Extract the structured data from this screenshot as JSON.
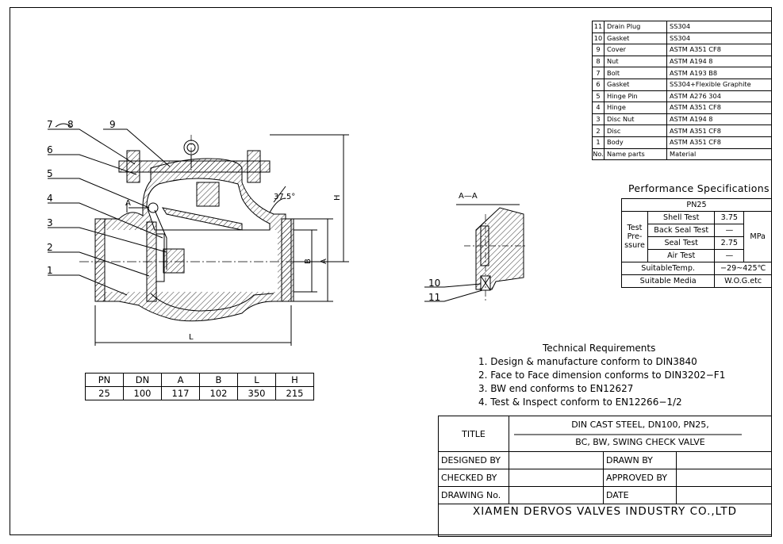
{
  "callouts": [
    "7",
    "8",
    "9",
    "6",
    "5",
    "4",
    "3",
    "2",
    "1"
  ],
  "section_callouts": [
    "10",
    "11"
  ],
  "dim_letters": {
    "h": "H",
    "a": "A",
    "b": "B",
    "l": "L",
    "sec_a": "A"
  },
  "angle_label": "37.5°",
  "section_label": "A—A",
  "parts_list": {
    "rows": [
      {
        "no": "11",
        "name": "Drain Plug",
        "material": "SS304"
      },
      {
        "no": "10",
        "name": "Gasket",
        "material": "SS304"
      },
      {
        "no": "9",
        "name": "Cover",
        "material": "ASTM A351 CF8"
      },
      {
        "no": "8",
        "name": "Nut",
        "material": "ASTM A194 8"
      },
      {
        "no": "7",
        "name": "Bolt",
        "material": "ASTM A193 B8"
      },
      {
        "no": "6",
        "name": "Gasket",
        "material": "SS304+Flexible Graphite"
      },
      {
        "no": "5",
        "name": "Hinge Pin",
        "material": "ASTM A276 304"
      },
      {
        "no": "4",
        "name": "Hinge",
        "material": "ASTM A351 CF8"
      },
      {
        "no": "3",
        "name": "Disc Nut",
        "material": "ASTM A194 8"
      },
      {
        "no": "2",
        "name": "Disc",
        "material": "ASTM A351 CF8"
      },
      {
        "no": "1",
        "name": "Body",
        "material": "ASTM A351 CF8"
      }
    ],
    "header": {
      "no": "No.",
      "name": "Name parts",
      "material": "Material"
    }
  },
  "performance": {
    "title": "Performance Specifications",
    "pn": "PN25",
    "test_label": "Test Pre- ssure",
    "rows": [
      {
        "name": "Shell Test",
        "value": "3.75"
      },
      {
        "name": "Back Seal Test",
        "value": "—"
      },
      {
        "name": "Seal Test",
        "value": "2.75"
      },
      {
        "name": "Air Test",
        "value": "—"
      }
    ],
    "unit": "MPa",
    "temp_label": "SuitableTemp.",
    "temp_value": "−29~425℃",
    "media_label": "Suitable Media",
    "media_value": "W.O.G.etc"
  },
  "dimensions": {
    "headers": [
      "PN",
      "DN",
      "A",
      "B",
      "L",
      "H"
    ],
    "values": [
      "25",
      "100",
      "117",
      "102",
      "350",
      "215"
    ]
  },
  "technical": {
    "title": "Technical Requirements",
    "items": [
      "1. Design & manufacture conform to DIN3840",
      "2. Face to Face dimension conforms to DIN3202−F1",
      "3. BW end conforms to EN12627",
      "4. Test & Inspect conform to EN12266−1/2"
    ]
  },
  "title_block": {
    "title_label": "TITLE",
    "title_line1": "DIN CAST STEEL, DN100, PN25,",
    "title_line2": "BC, BW, SWING CHECK VALVE",
    "designed_by": "DESIGNED BY",
    "drawn_by": "DRAWN BY",
    "checked_by": "CHECKED  BY",
    "approved_by": "APPROVED BY",
    "drawing_no": "DRAWING No.",
    "date": "DATE",
    "company": "XIAMEN DERVOS VALVES INDUSTRY CO.,LTD"
  }
}
